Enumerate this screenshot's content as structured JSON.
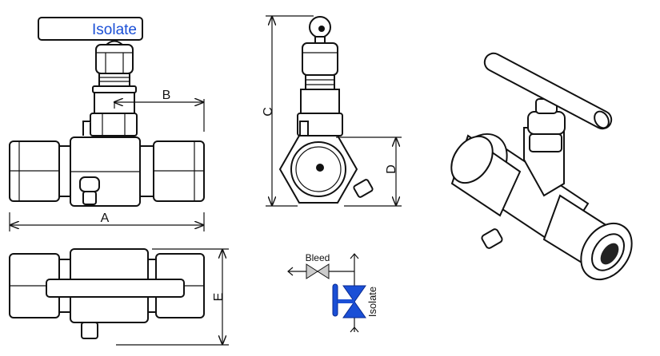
{
  "handle_label": "Isolate",
  "dimensions": {
    "a": "A",
    "b": "B",
    "c": "C",
    "d": "D",
    "e": "E"
  },
  "schematic": {
    "bleed_label": "Bleed",
    "isolate_label": "Isolate"
  },
  "colors": {
    "accent": "#1a4fd6",
    "bleed_valve": "#cccccc",
    "line": "#111111"
  }
}
